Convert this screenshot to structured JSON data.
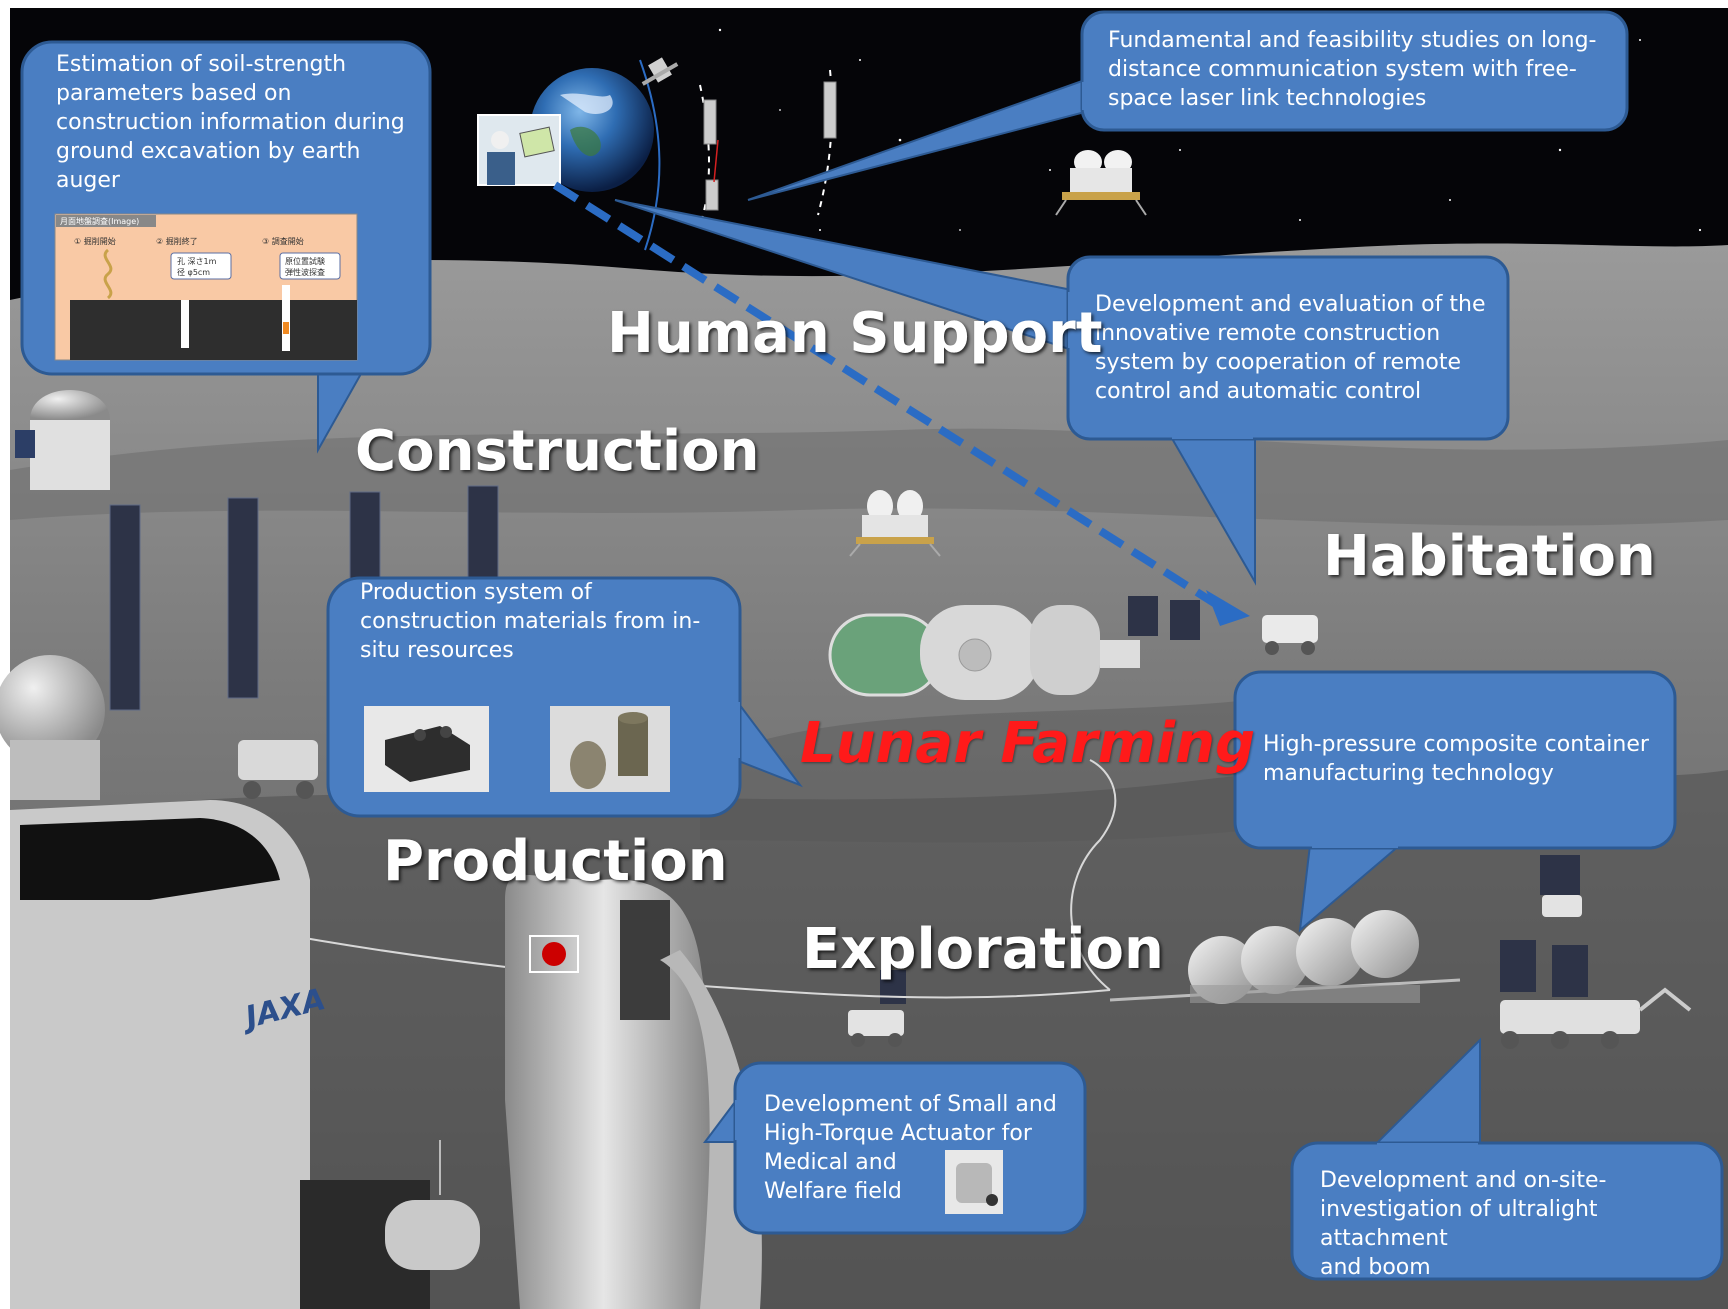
{
  "colors": {
    "bubble_fill": "#4a7ec2",
    "bubble_stroke": "#2d5a93",
    "accent_red": "#ff1a1a",
    "sky": "#050508",
    "ground": "#8c8c8c"
  },
  "labels": {
    "human_support": "Human Support",
    "construction": "Construction",
    "habitation": "Habitation",
    "lunar_farming": "Lunar Farming",
    "production": "Production",
    "exploration": "Exploration"
  },
  "callouts": {
    "soil_strength": "Estimation of soil-strength\nparameters based on\nconstruction information during\nground excavation by earth\nauger",
    "laser_link": "Fundamental and feasibility studies on long-\ndistance communication system with free-\nspace laser link technologies",
    "remote_construction": "Development and evaluation of the\ninnovative remote construction\nsystem by cooperation of remote\ncontrol and automatic control",
    "in_situ": "Production system of\nconstruction materials from in-\nsitu resources",
    "composite_container": "High-pressure composite container\nmanufacturing technology",
    "actuator": "Development of Small and\nHigh-Torque Actuator for\nMedical and\nWelfare field",
    "attachment_boom": "Development and on-site-\ninvestigation of ultralight attachment\nand boom"
  },
  "survey_figure": {
    "header": "月面地盤調査(Image)",
    "step1": "① 掘削開始",
    "step2": "② 掘削終了",
    "step3": "③ 調査開始",
    "box2_line1": "孔 深さ1m",
    "box2_line2": "径 φ5cm",
    "box3_line1": "原位置試験",
    "box3_line2": "弾性波探査"
  },
  "logo": "JAXA"
}
